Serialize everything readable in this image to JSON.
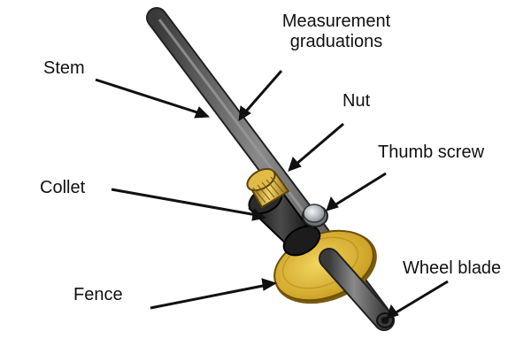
{
  "labels": {
    "measurement": "Measurement\ngraduations",
    "stem": "Stem",
    "nut": "Nut",
    "thumb_screw": "Thumb screw",
    "collet": "Collet",
    "fence": "Fence",
    "wheel_blade": "Wheel blade"
  },
  "colors": {
    "stem": "#5a5a5a",
    "brass": "#c9a431",
    "fence": "#e2bf3a",
    "collet": "#2b2b2b",
    "screw": "#c8ccd0",
    "arrow": "#111111"
  }
}
